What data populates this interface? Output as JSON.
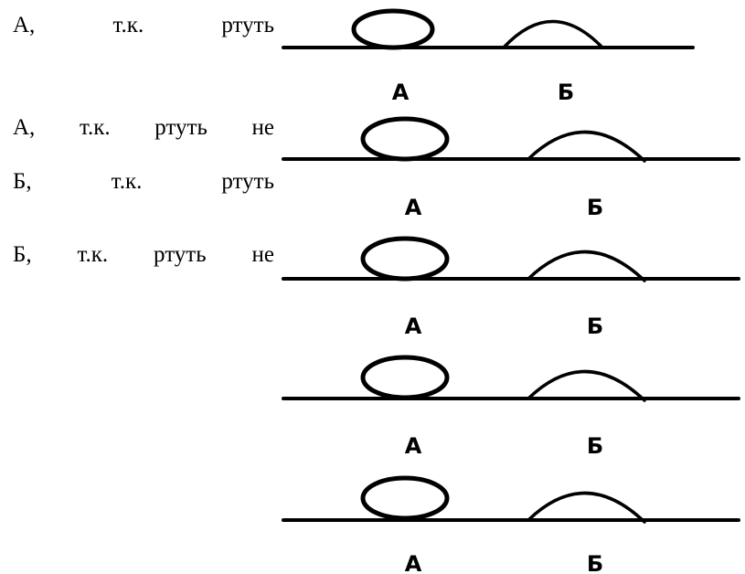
{
  "answers": [
    {
      "words": [
        "А,",
        "т.к.",
        "ртуть"
      ]
    },
    {
      "words": [
        "А,",
        "т.к.",
        "ртуть",
        "не"
      ]
    },
    {
      "words": [
        "Б,",
        "т.к.",
        "ртуть"
      ]
    },
    {
      "words": [
        "Б,",
        "т.к.",
        "ртуть",
        "не"
      ]
    }
  ],
  "diagrams": [
    {
      "label_a": "А",
      "label_b": "Б"
    },
    {
      "label_a": "А",
      "label_b": "Б"
    },
    {
      "label_a": "А",
      "label_b": "Б"
    },
    {
      "label_a": "А",
      "label_b": "Б"
    },
    {
      "label_a": "А",
      "label_b": "Б"
    }
  ]
}
